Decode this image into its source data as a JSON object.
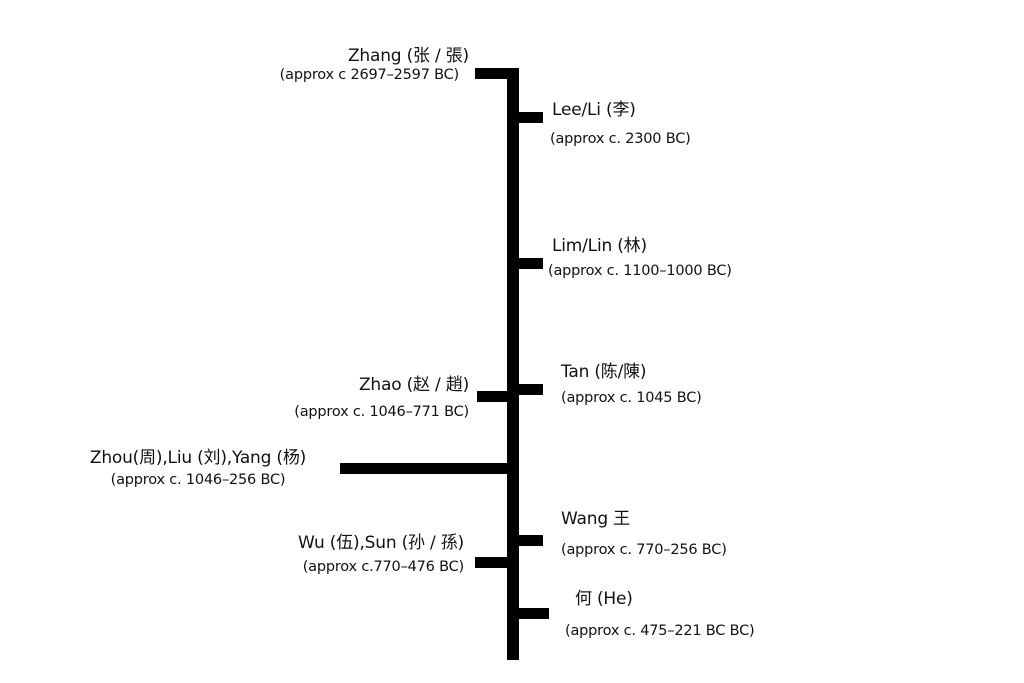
{
  "diagram": {
    "type": "timeline",
    "title": "",
    "entries": [
      {
        "id": "zhang",
        "side": "left",
        "name": "Zhang (张 / 張)",
        "period": "(approx c 2697–2597 BC)"
      },
      {
        "id": "lee",
        "side": "right",
        "name": "Lee/Li (李)",
        "period": "(approx c. 2300 BC)"
      },
      {
        "id": "lim",
        "side": "right",
        "name": "Lim/Lin (林)",
        "period": "(approx c. 1100–1000 BC)"
      },
      {
        "id": "zhao",
        "side": "left",
        "name": "Zhao (赵 / 趙)",
        "period": "(approx c. 1046–771 BC)"
      },
      {
        "id": "tan",
        "side": "right",
        "name": "Tan (陈/陳)",
        "period": "(approx c. 1045 BC)"
      },
      {
        "id": "zhou",
        "side": "left",
        "name": "Zhou(周),Liu (刘),Yang (杨)",
        "period": "(approx c. 1046–256 BC)"
      },
      {
        "id": "wang",
        "side": "right",
        "name": "Wang 王",
        "period": "(approx c. 770–256 BC)"
      },
      {
        "id": "wu",
        "side": "left",
        "name": "Wu (伍),Sun (孙 / 孫)",
        "period": "(approx c.770–476 BC)"
      },
      {
        "id": "he",
        "side": "right",
        "name": "何 (He)",
        "period": "(approx c. 475–221 BC BC)"
      }
    ]
  },
  "colors": {
    "line": "#000000",
    "text": "#111111",
    "background": "#ffffff"
  }
}
